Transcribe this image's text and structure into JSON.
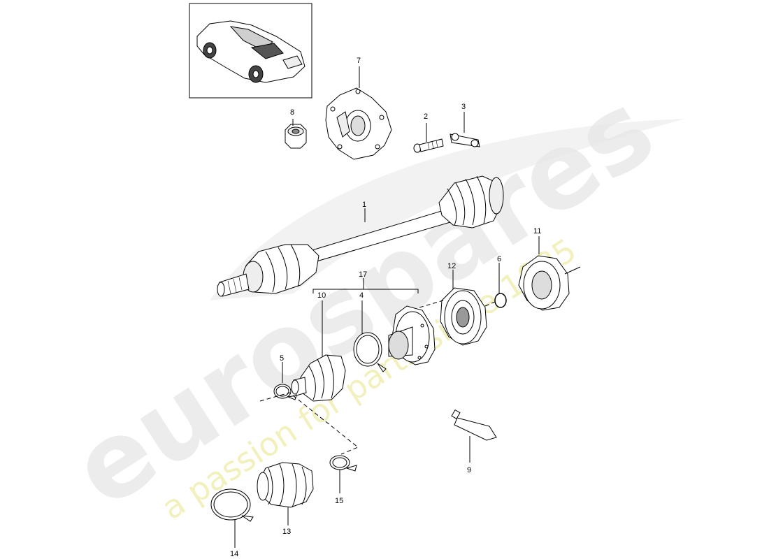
{
  "watermark": {
    "brand": "eurospares",
    "tagline": "a passion for parts since 1985",
    "brand_color": "#e4e4e4",
    "tagline_color": "#f1efb6"
  },
  "thumbnail": {
    "icon": "car-icon"
  },
  "callouts": {
    "c1": "1",
    "c2": "2",
    "c3": "3",
    "c4": "4",
    "c5": "5",
    "c6": "6",
    "c7": "7",
    "c8": "8",
    "c9": "9",
    "c10": "10",
    "c11": "11",
    "c12": "12",
    "c13": "13",
    "c14": "14",
    "c15": "15",
    "c17": "17"
  },
  "colors": {
    "line": "#000000",
    "part_fill": "#ffffff",
    "shade": "#d9d9d9"
  }
}
